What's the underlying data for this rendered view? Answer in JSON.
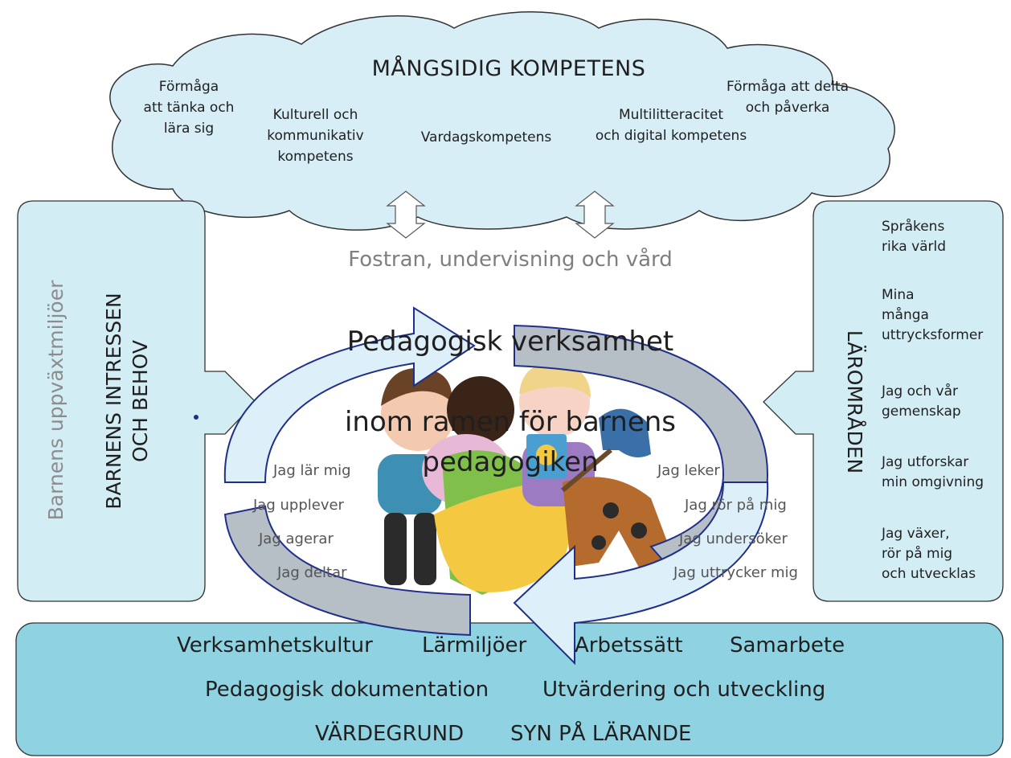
{
  "colors": {
    "cloud_fill": "#d7eef7",
    "side_panel_fill": "#d3edf5",
    "bottom_panel_fill": "#8fd3e3",
    "outline": "#333333",
    "arrow_fill_light": "#ddeff9",
    "arrow_fill_gray": "#b6bec6",
    "arrow_stroke": "#1f2f8a"
  },
  "cloud": {
    "title": "MÅNGSIDIG KOMPETENS",
    "items": [
      "Förmåga\natt tänka och\nlära sig",
      "Kulturell och\nkommunikativ\nkompetens",
      "Vardagskompetens",
      "Multilitteracitet\noch digital kompetens",
      "Förmåga att delta\noch påverka"
    ]
  },
  "center": {
    "subtitle": "Fostran, undervisning och vård",
    "title_line1": "Pedagogisk verksamhet",
    "title_line2": "inom ramen för barnens pedagogiken"
  },
  "left_panel": {
    "outer_label": "Barnens uppväxtmiljöer",
    "inner_label": "BARNENS INTRESSEN\nOCH BEHOV"
  },
  "right_panel": {
    "vertical_label": "LÄROMRÅDEN",
    "items": [
      "Språkens\nrika värld",
      "Mina\nmånga\nuttrycksformer",
      "Jag och vår\ngemenskap",
      "Jag utforskar\nmin omgivning",
      "Jag växer,\nrör på mig\noch utvecklas"
    ]
  },
  "activities": {
    "left": [
      "Jag lär mig",
      "Jag upplever",
      "Jag agerar",
      "Jag deltar"
    ],
    "right": [
      "Jag leker",
      "Jag rör på mig",
      "Jag undersöker",
      "Jag uttrycker mig"
    ]
  },
  "bottom": {
    "row1": [
      "Verksamhetskultur",
      "Lärmiljöer",
      "Arbetssätt",
      "Samarbete"
    ],
    "row2": [
      "Pedagogisk dokumentation",
      "Utvärdering och utveckling"
    ],
    "row3": [
      "VÄRDEGRUND",
      "SYN PÅ LÄRANDE"
    ]
  }
}
